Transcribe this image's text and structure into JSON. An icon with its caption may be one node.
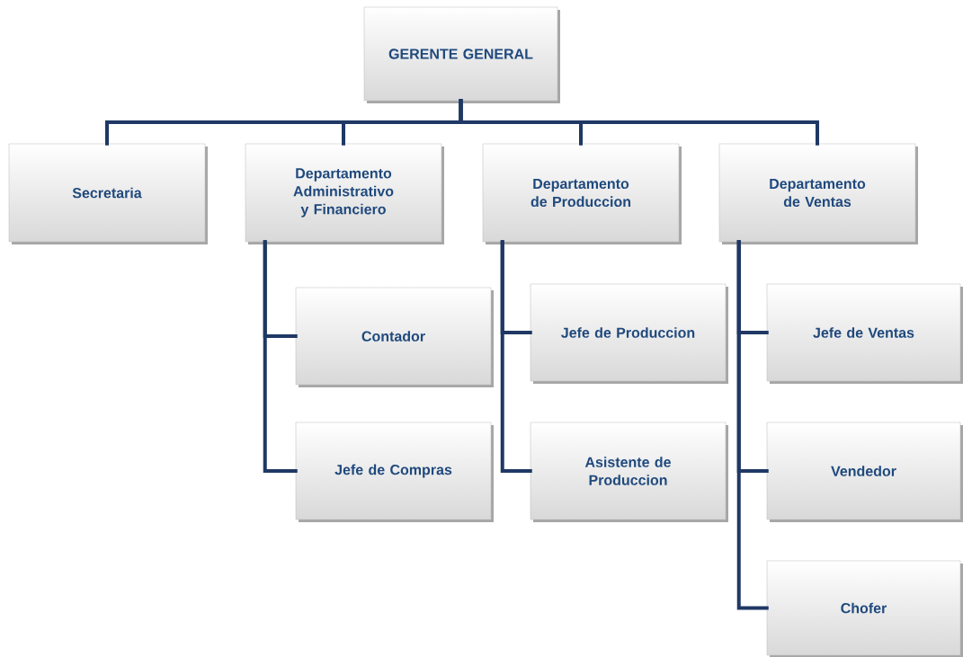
{
  "diagram": {
    "nodes": [
      {
        "text": [
          "GERENTE GENERAL"
        ]
      },
      {
        "text": [
          "Secretaria"
        ]
      },
      {
        "text": [
          "Departamento Administrativo y Financiero"
        ]
      },
      {
        "text": [
          "Departamento de Produccion"
        ]
      },
      {
        "text": [
          "Departamento de Ventas"
        ]
      },
      {
        "text": [
          "Contador"
        ]
      },
      {
        "text": [
          "Jefe de Compras"
        ]
      },
      {
        "text": [
          "Jefe de Produccion"
        ]
      },
      {
        "text": [
          "Asistente de Produccion"
        ]
      },
      {
        "text": [
          "Jefe de Ventas"
        ]
      },
      {
        "text": [
          "Vendedor"
        ]
      },
      {
        "text": [
          "Chofer"
        ]
      }
    ],
    "edges": [
      {
        "from": 0,
        "to": 1,
        "arrow": "none"
      },
      {
        "from": 0,
        "to": 2,
        "arrow": "none"
      },
      {
        "from": 0,
        "to": 3,
        "arrow": "none"
      },
      {
        "from": 0,
        "to": 4,
        "arrow": "none"
      },
      {
        "from": 2,
        "to": 5,
        "arrow": "none"
      },
      {
        "from": 2,
        "to": 6,
        "arrow": "none"
      },
      {
        "from": 3,
        "to": 7,
        "arrow": "none"
      },
      {
        "from": 3,
        "to": 8,
        "arrow": "none"
      },
      {
        "from": 4,
        "to": 9,
        "arrow": "none"
      },
      {
        "from": 4,
        "to": 10,
        "arrow": "none"
      },
      {
        "from": 4,
        "to": 11,
        "arrow": "none"
      }
    ]
  }
}
